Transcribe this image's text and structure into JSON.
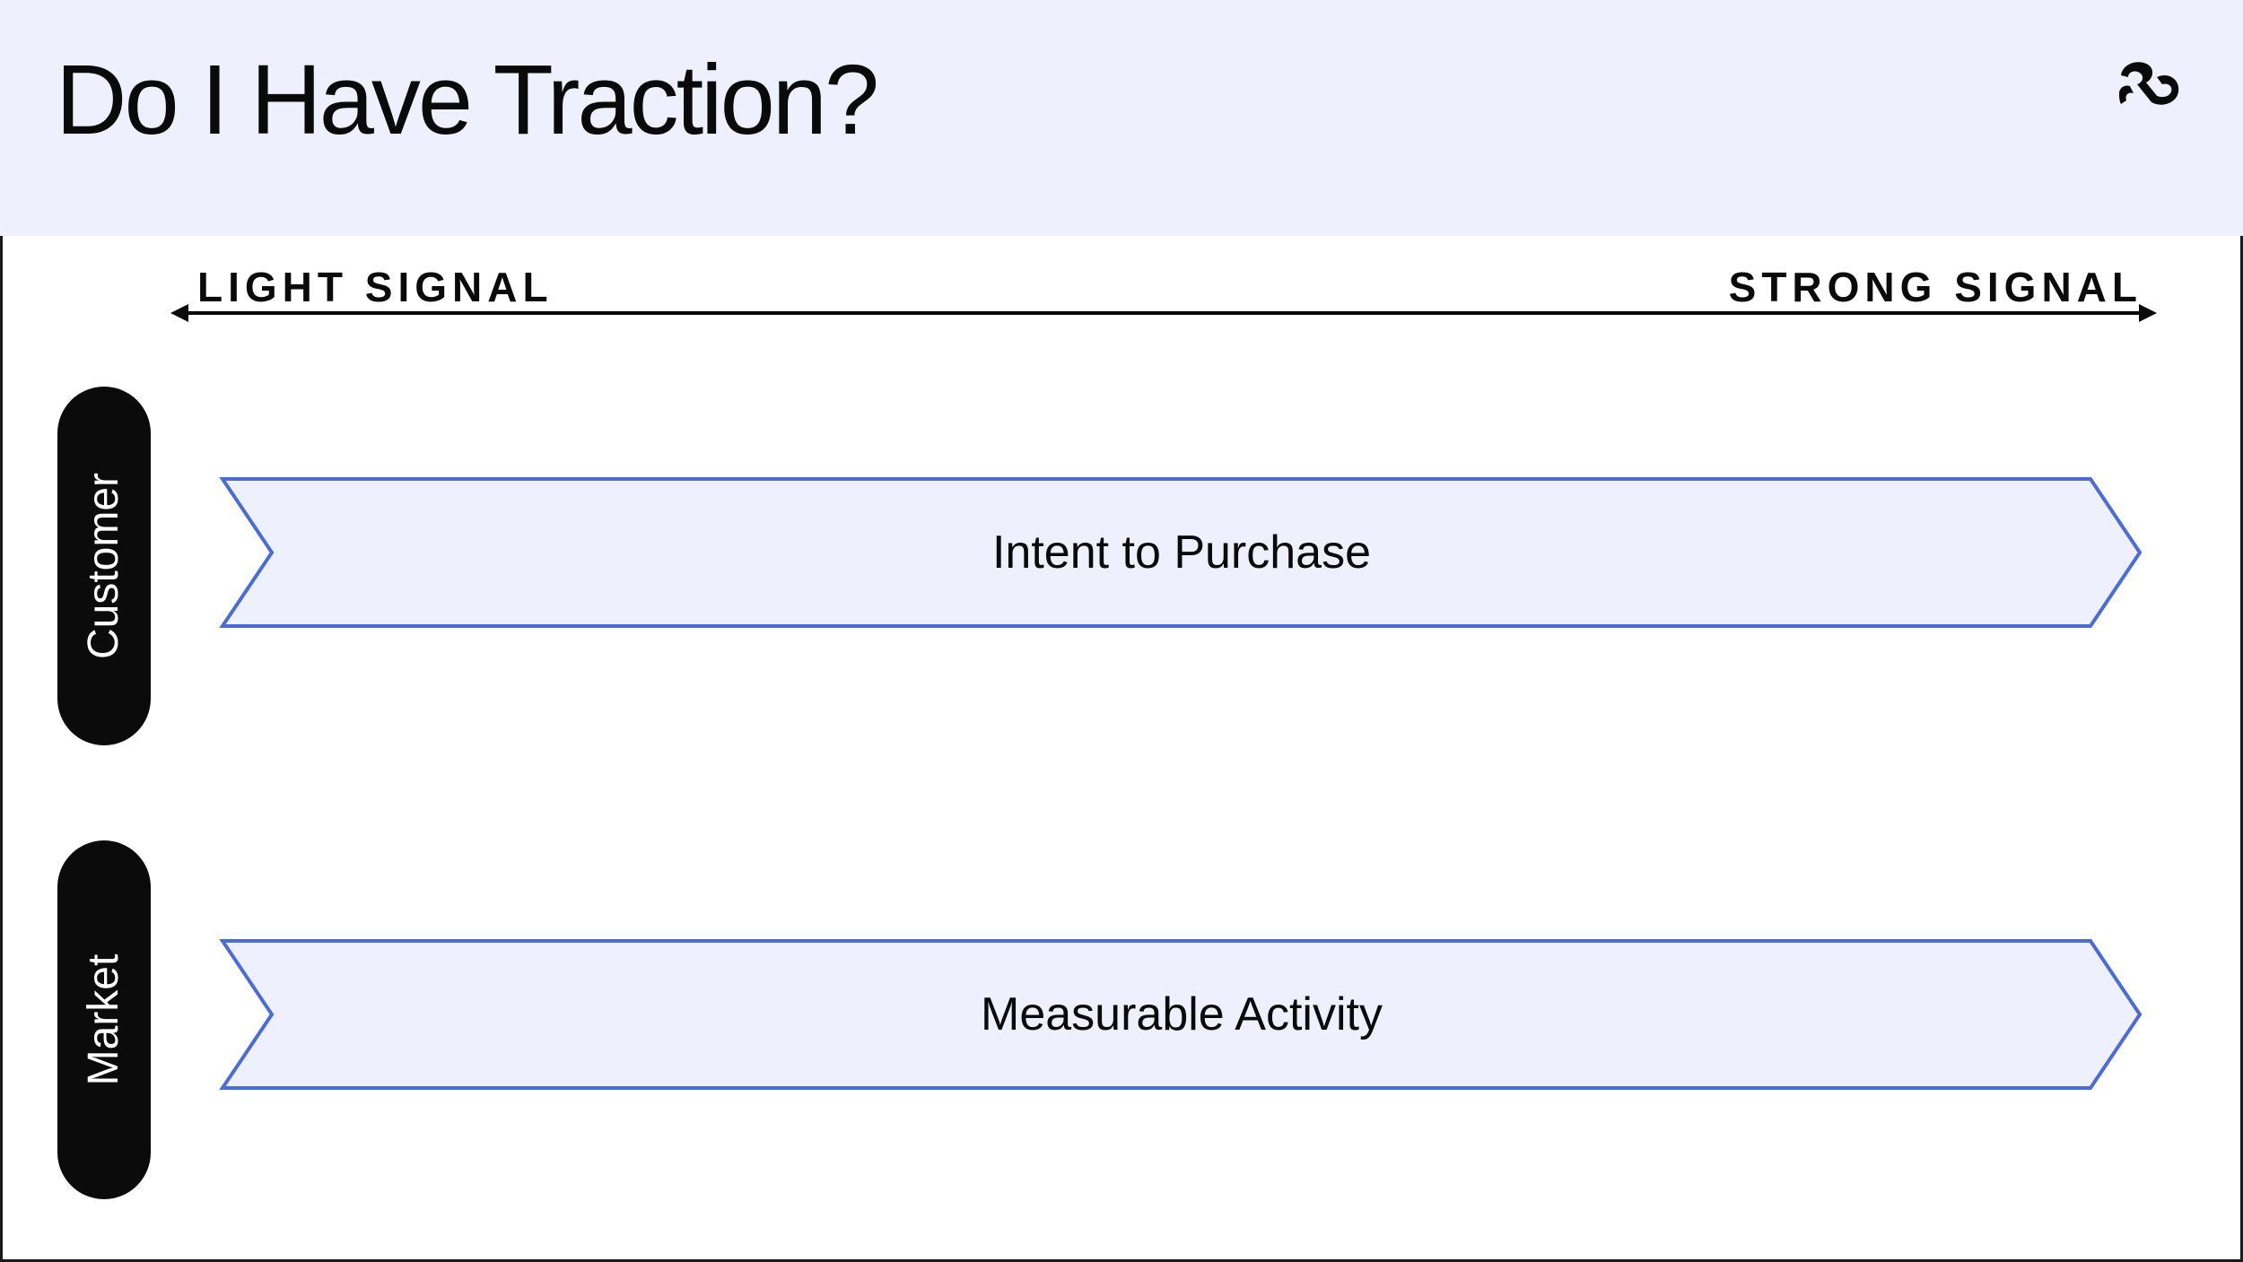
{
  "slide": {
    "title": "Do I Have Traction?",
    "logo_icon": "brand-logo-icon"
  },
  "axis": {
    "left_label": "LIGHT SIGNAL",
    "right_label": "STRONG SIGNAL",
    "type": "double-headed-arrow"
  },
  "rows": [
    {
      "category": "Customer",
      "signal": "Intent to Purchase"
    },
    {
      "category": "Market",
      "signal": "Measurable Activity"
    }
  ],
  "colors": {
    "header_bg": "#eef0fd",
    "chevron_fill": "#eef0fd",
    "chevron_stroke": "#4a6cd4",
    "pill_bg": "#0b0b0b",
    "text": "#0a0a0a"
  }
}
